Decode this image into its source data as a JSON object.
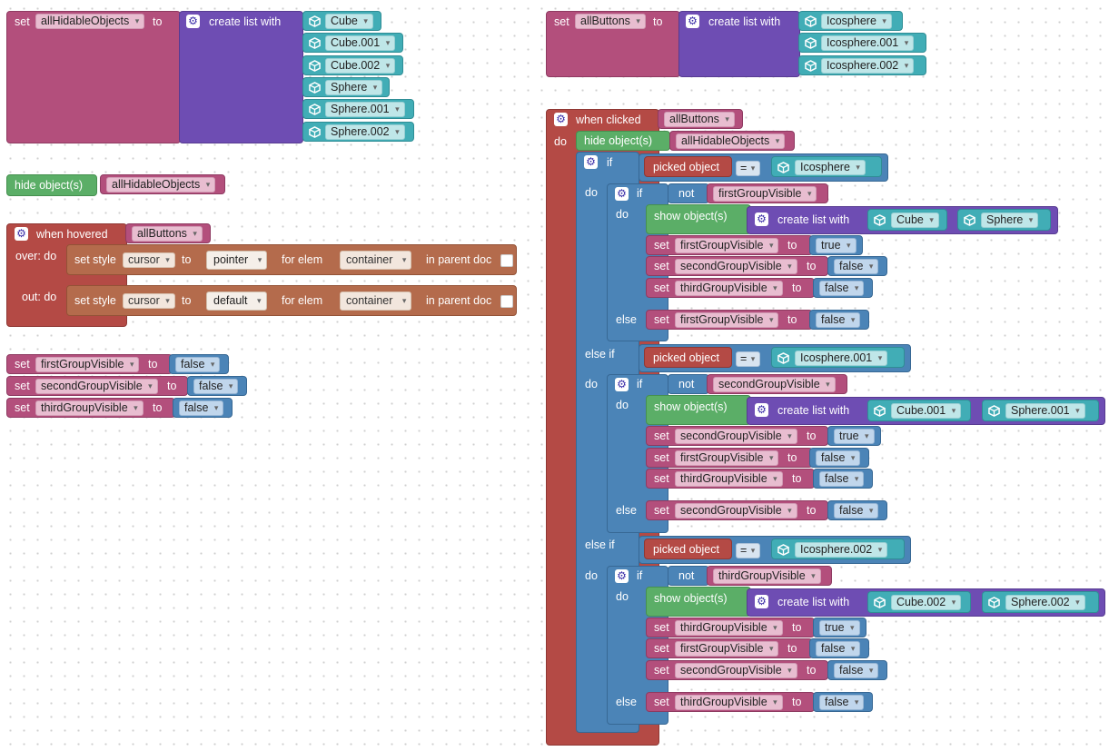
{
  "kw": {
    "set": "set",
    "to": "to",
    "create_list_with": "create list with",
    "hide_objects": "hide object(s)",
    "show_objects": "show object(s)",
    "when_hovered": "when hovered",
    "when_clicked": "when clicked",
    "over_do": "over: do",
    "out_do": "out: do",
    "do": "do",
    "if": "if",
    "else_if": "else if",
    "else": "else",
    "not": "not",
    "picked_object": "picked object",
    "eq": "=",
    "set_style": "set style",
    "for_elem": "for elem",
    "in_parent_doc": "in parent doc"
  },
  "vars": {
    "allHidableObjects": "allHidableObjects",
    "allButtons": "allButtons",
    "firstGroupVisible": "firstGroupVisible",
    "secondGroupVisible": "secondGroupVisible",
    "thirdGroupVisible": "thirdGroupVisible"
  },
  "objects": {
    "cube": "Cube",
    "cube001": "Cube.001",
    "cube002": "Cube.002",
    "sphere": "Sphere",
    "sphere001": "Sphere.001",
    "sphere002": "Sphere.002",
    "ico": "Icosphere",
    "ico001": "Icosphere.001",
    "ico002": "Icosphere.002"
  },
  "values": {
    "true": "true",
    "false": "false",
    "cursor": "cursor",
    "pointer": "pointer",
    "default": "default",
    "container": "container"
  },
  "colors": {
    "variable": "#B34F7C",
    "list": "#6E4DB3",
    "event": "#B44A45",
    "control": "#4B84B7",
    "object_action": "#5BAE67",
    "object_ref": "#41ADB6",
    "style": "#B46B4C"
  }
}
